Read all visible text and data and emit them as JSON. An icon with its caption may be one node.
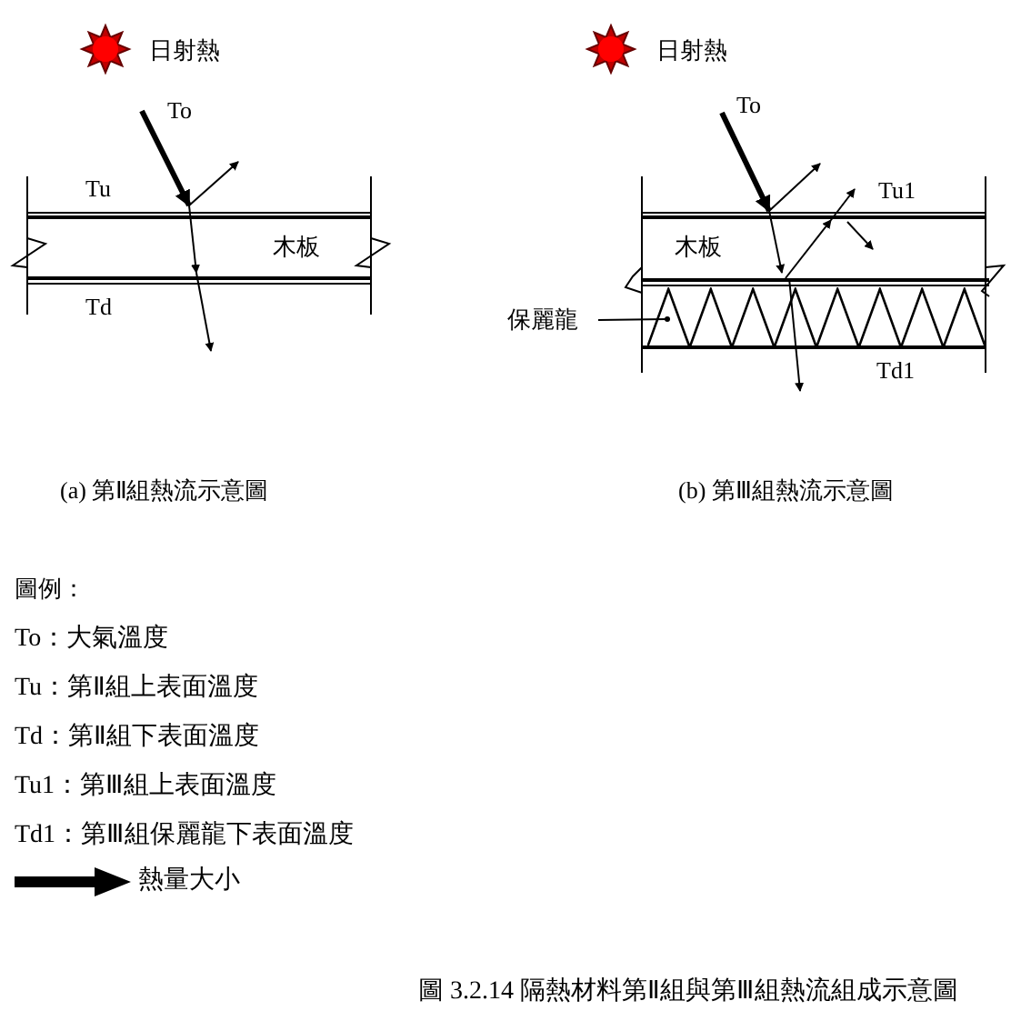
{
  "diagram": {
    "caption": "圖 3.2.14 隔熱材料第Ⅱ組與第Ⅲ組熱流組成示意圖",
    "nodes": [
      {
        "text": [
          "保麗龍"
        ]
      },
      {
        "text": [],
        "shape": "wave"
      }
    ],
    "edges": [
      {
        "from": 0,
        "to": 1,
        "arrow": "other"
      }
    ],
    "labels": [
      "日射熱",
      "To",
      "Tu",
      "木板",
      "Td",
      "(a) 第Ⅱ組熱流示意圖",
      "日射熱",
      "To",
      "Tu1",
      "木板",
      "Td1",
      "(b) 第Ⅲ組熱流示意圖",
      "圖例：",
      "To：大氣溫度",
      "Tu：第Ⅱ組上表面溫度",
      "Td：第Ⅱ組下表面溫度",
      "Tu1：第Ⅲ組上表面溫度",
      "Td1：第Ⅲ組保麗龍下表面溫度"
    ],
    "legend": [
      {
        "text": "熱量大小"
      }
    ]
  }
}
